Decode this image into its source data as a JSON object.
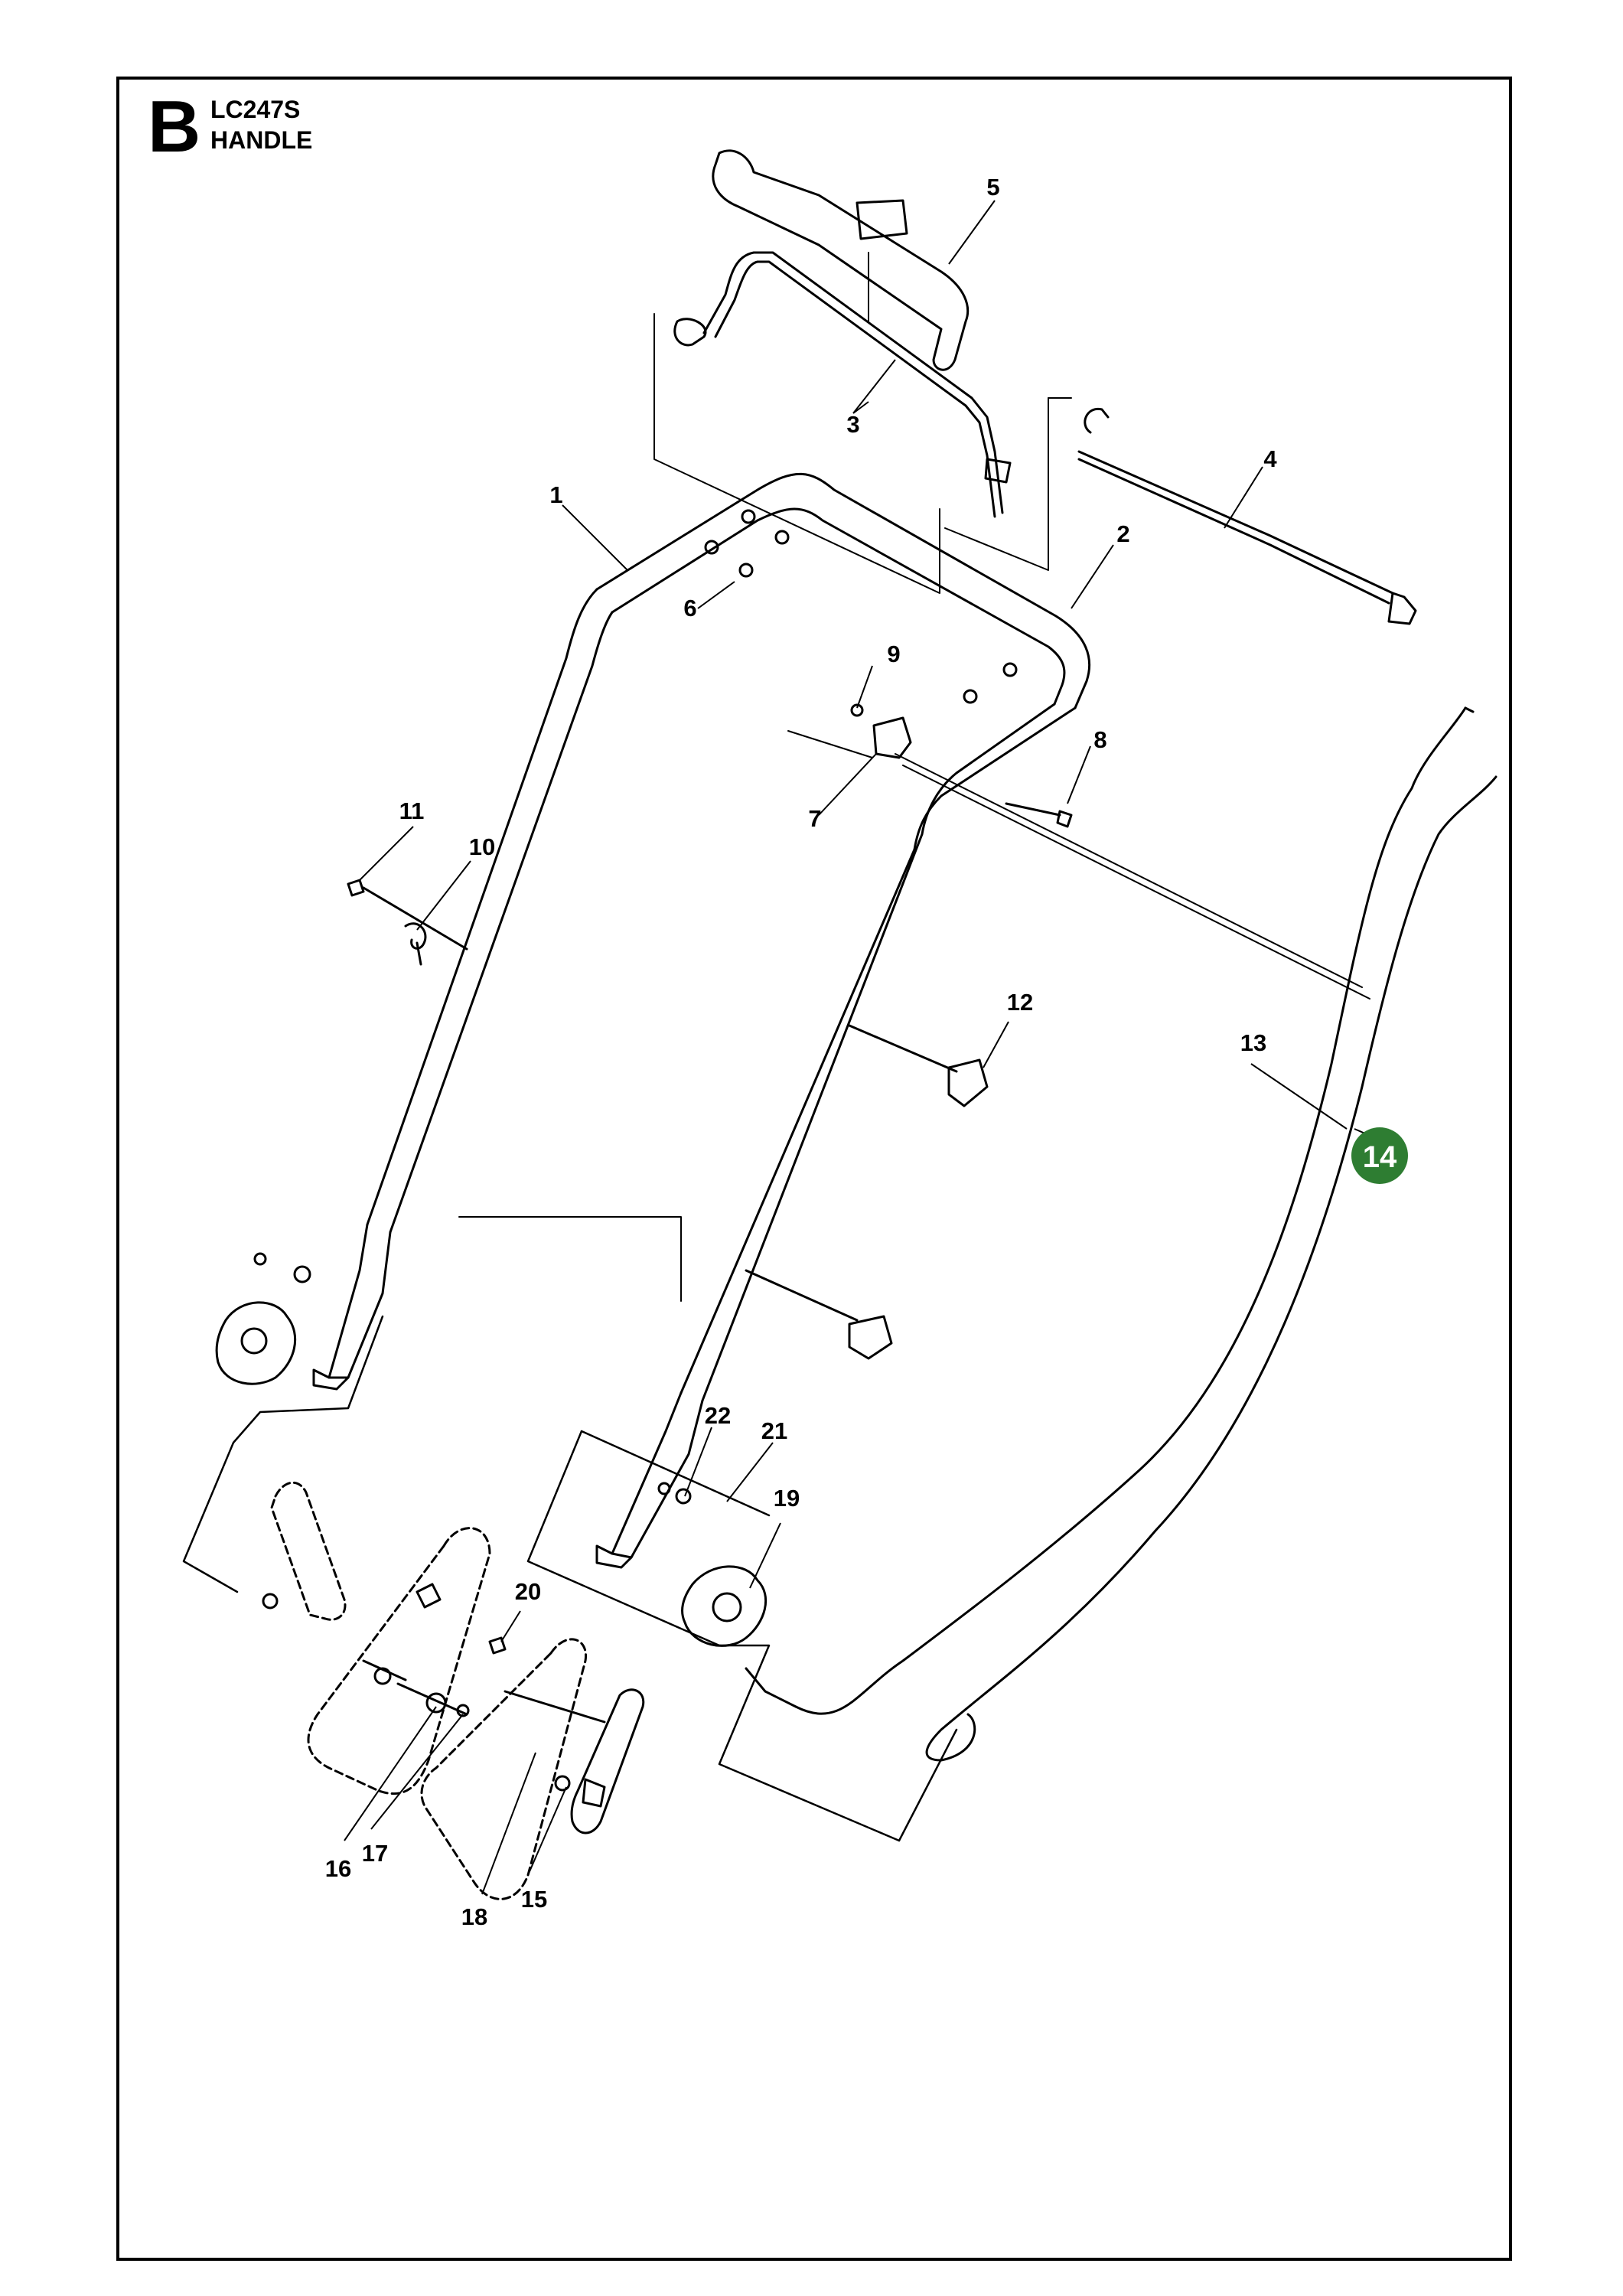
{
  "header": {
    "section_letter": "B",
    "model": "LC247S",
    "title": "HANDLE"
  },
  "callouts": [
    {
      "id": "p1",
      "label": "1"
    },
    {
      "id": "p2",
      "label": "2"
    },
    {
      "id": "p3",
      "label": "3"
    },
    {
      "id": "p4",
      "label": "4"
    },
    {
      "id": "p5",
      "label": "5"
    },
    {
      "id": "p6",
      "label": "6"
    },
    {
      "id": "p7",
      "label": "7"
    },
    {
      "id": "p8",
      "label": "8"
    },
    {
      "id": "p9",
      "label": "9"
    },
    {
      "id": "p10",
      "label": "10"
    },
    {
      "id": "p11",
      "label": "11"
    },
    {
      "id": "p12",
      "label": "12"
    },
    {
      "id": "p13",
      "label": "13"
    },
    {
      "id": "p15",
      "label": "15"
    },
    {
      "id": "p16",
      "label": "16"
    },
    {
      "id": "p17",
      "label": "17"
    },
    {
      "id": "p18",
      "label": "18"
    },
    {
      "id": "p19",
      "label": "19"
    },
    {
      "id": "p20",
      "label": "20"
    },
    {
      "id": "p21",
      "label": "21"
    },
    {
      "id": "p22",
      "label": "22"
    }
  ],
  "highlight": {
    "label": "14",
    "color": "#2e7d32"
  }
}
